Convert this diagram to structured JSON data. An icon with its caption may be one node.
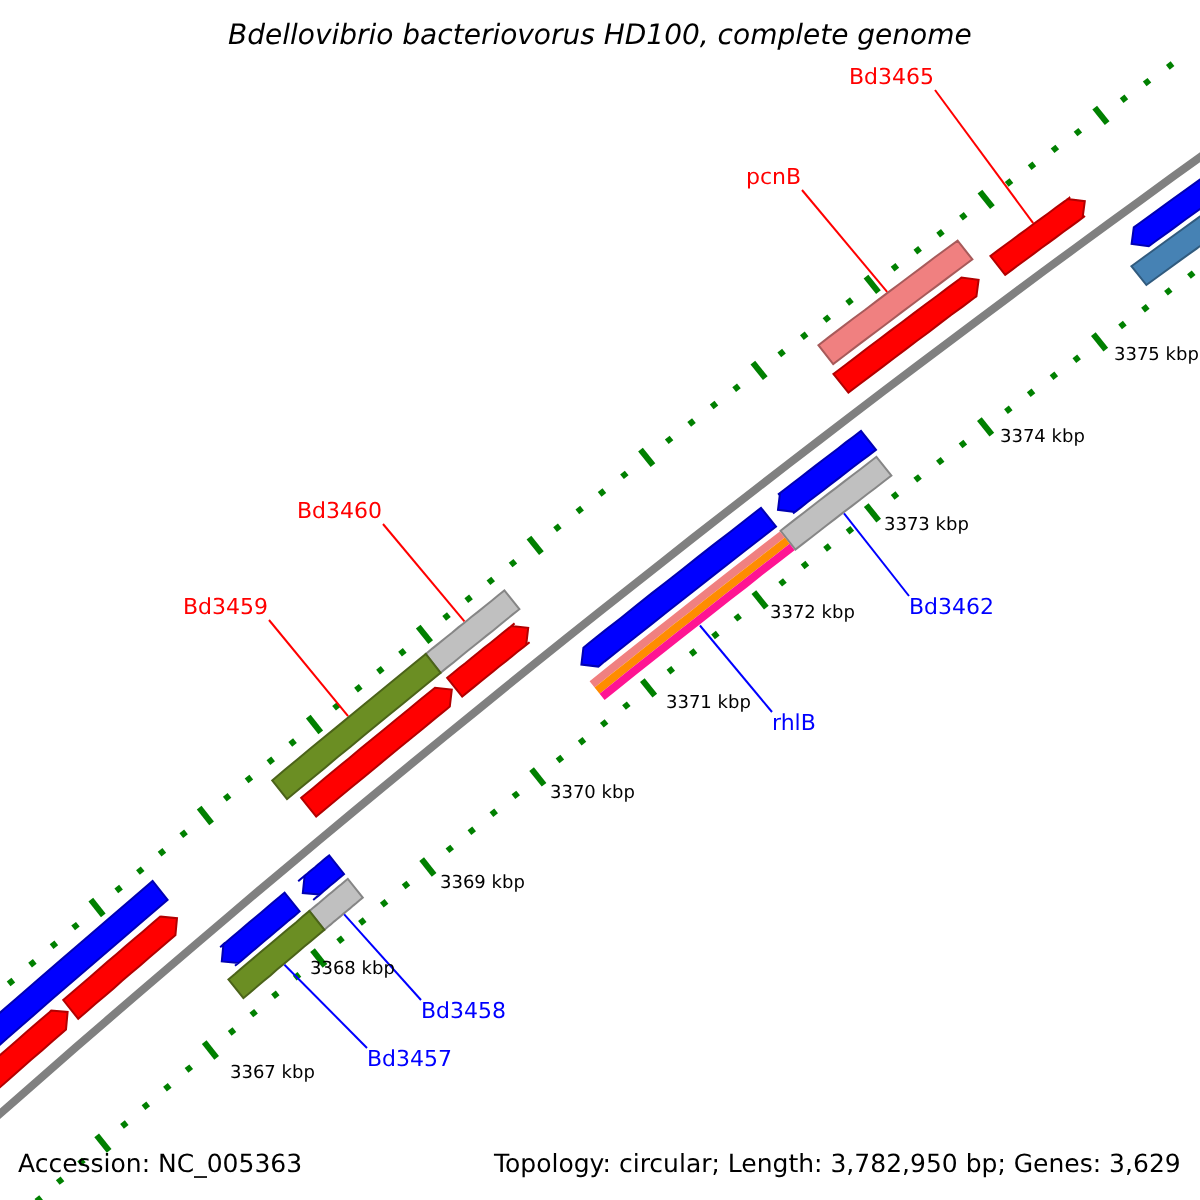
{
  "diagram": {
    "title": "Bdellovibrio bacteriovorus HD100, complete genome",
    "nodes": [
      {
        "text": [
          "Bd3465"
        ]
      },
      {
        "text": [],
        "shape": "bar"
      },
      {
        "text": [
          "pcnB"
        ]
      },
      {
        "text": [],
        "shape": "bar"
      },
      {
        "text": [
          "Bd3460"
        ]
      },
      {
        "text": [],
        "shape": "bar"
      },
      {
        "text": [
          "Bd3459"
        ]
      },
      {
        "text": [],
        "shape": "bar"
      },
      {
        "text": [
          "Bd3462"
        ]
      },
      {
        "text": [],
        "shape": "bar"
      },
      {
        "text": [
          "rhlB"
        ]
      },
      {
        "text": [],
        "shape": "bar"
      },
      {
        "text": [
          "Bd3458"
        ]
      },
      {
        "text": [],
        "shape": "bar"
      },
      {
        "text": [
          "Bd3457"
        ]
      },
      {
        "text": [],
        "shape": "bar"
      }
    ],
    "edges": [
      {
        "from": 0,
        "to": 1,
        "arrow": "none"
      },
      {
        "from": 2,
        "to": 3,
        "arrow": "none"
      },
      {
        "from": 4,
        "to": 5,
        "arrow": "none"
      },
      {
        "from": 6,
        "to": 7,
        "arrow": "none"
      },
      {
        "from": 8,
        "to": 9,
        "arrow": "none",
        "color": "#0000ff"
      },
      {
        "from": 10,
        "to": 11,
        "arrow": "none",
        "color": "#0000ff"
      },
      {
        "from": 12,
        "to": 13,
        "arrow": "none",
        "color": "#0000ff"
      },
      {
        "from": 14,
        "to": 15,
        "arrow": "none",
        "color": "#0000ff"
      }
    ],
    "labels": [
      "3375 kbp",
      "3374 kbp",
      "3373 kbp",
      "3372 kbp",
      "3371 kbp",
      "3370 kbp",
      "3369 kbp",
      "3368 kbp",
      "3367 kbp",
      "Accession: NC_005363",
      "Topology: circular; Length: 3,782,950 bp; Genes: 3,629"
    ]
  }
}
